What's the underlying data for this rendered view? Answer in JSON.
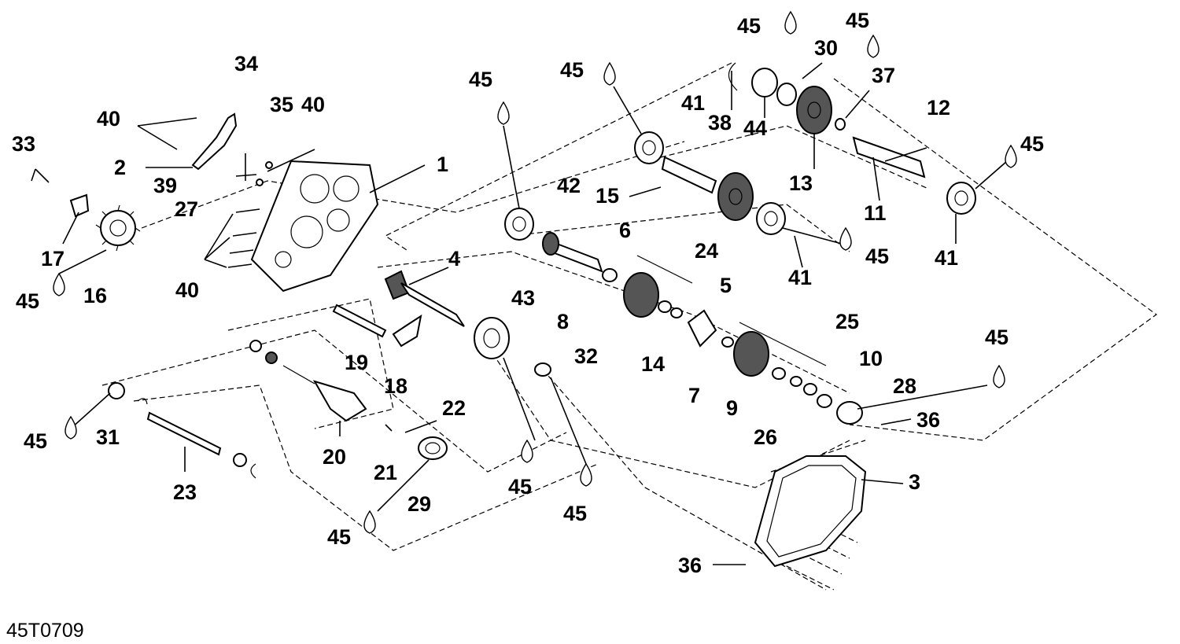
{
  "diagram": {
    "code": "45T0709",
    "part_numbers": [
      "1",
      "2",
      "3",
      "4",
      "5",
      "6",
      "7",
      "8",
      "9",
      "10",
      "11",
      "12",
      "13",
      "14",
      "15",
      "16",
      "17",
      "18",
      "19",
      "20",
      "21",
      "22",
      "23",
      "24",
      "25",
      "26",
      "27",
      "28",
      "29",
      "30",
      "31",
      "32",
      "33",
      "34",
      "35",
      "36",
      "37",
      "38",
      "39",
      "40",
      "41",
      "42",
      "43",
      "44",
      "45"
    ],
    "lubricant_symbol": "drop-icon"
  }
}
